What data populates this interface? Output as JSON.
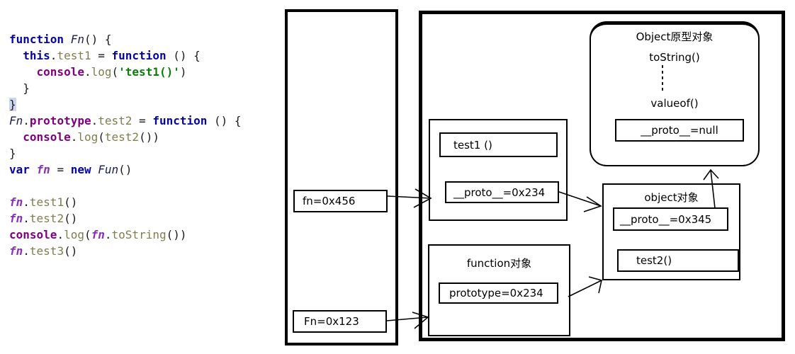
{
  "code": {
    "lines": [
      [
        [
          "kw",
          "function"
        ],
        [
          "plain",
          " "
        ],
        [
          "cls",
          "Fn"
        ],
        [
          "plain",
          "() {"
        ]
      ],
      [
        [
          "plain",
          "  "
        ],
        [
          "kw",
          "this"
        ],
        [
          "plain",
          "."
        ],
        [
          "prop",
          "test1"
        ],
        [
          "plain",
          " = "
        ],
        [
          "kw",
          "function"
        ],
        [
          "plain",
          " () {"
        ]
      ],
      [
        [
          "plain",
          "    "
        ],
        [
          "obj",
          "console"
        ],
        [
          "plain",
          "."
        ],
        [
          "prop",
          "log"
        ],
        [
          "plain",
          "("
        ],
        [
          "str",
          "'test1()'"
        ],
        [
          "plain",
          ")"
        ]
      ],
      [
        [
          "plain",
          "  }"
        ]
      ],
      [
        [
          "hl",
          "}"
        ]
      ],
      [
        [
          "cls",
          "Fn"
        ],
        [
          "plain",
          "."
        ],
        [
          "obj",
          "prototype"
        ],
        [
          "plain",
          "."
        ],
        [
          "prop",
          "test2"
        ],
        [
          "plain",
          " = "
        ],
        [
          "kw",
          "function"
        ],
        [
          "plain",
          " () {"
        ]
      ],
      [
        [
          "plain",
          "  "
        ],
        [
          "obj",
          "console"
        ],
        [
          "plain",
          "."
        ],
        [
          "prop",
          "log"
        ],
        [
          "plain",
          "("
        ],
        [
          "prop",
          "test2"
        ],
        [
          "plain",
          "())"
        ]
      ],
      [
        [
          "plain",
          "}"
        ]
      ],
      [
        [
          "kw",
          "var"
        ],
        [
          "plain",
          " "
        ],
        [
          "var",
          "fn"
        ],
        [
          "plain",
          " = "
        ],
        [
          "kw",
          "new"
        ],
        [
          "plain",
          " "
        ],
        [
          "cls",
          "Fun"
        ],
        [
          "plain",
          "()"
        ]
      ],
      [],
      [
        [
          "var",
          "fn"
        ],
        [
          "plain",
          "."
        ],
        [
          "prop",
          "test1"
        ],
        [
          "plain",
          "()"
        ]
      ],
      [
        [
          "var",
          "fn"
        ],
        [
          "plain",
          "."
        ],
        [
          "prop",
          "test2"
        ],
        [
          "plain",
          "()"
        ]
      ],
      [
        [
          "obj",
          "console"
        ],
        [
          "plain",
          "."
        ],
        [
          "prop",
          "log"
        ],
        [
          "plain",
          "("
        ],
        [
          "var",
          "fn"
        ],
        [
          "plain",
          "."
        ],
        [
          "prop",
          "toString"
        ],
        [
          "plain",
          "())"
        ]
      ],
      [
        [
          "var",
          "fn"
        ],
        [
          "plain",
          "."
        ],
        [
          "prop",
          "test3"
        ],
        [
          "plain",
          "()"
        ]
      ]
    ]
  },
  "stack": {
    "fn_label": "fn=0x456",
    "Fn_label": "Fn=0x123"
  },
  "diagram": {
    "object_proto": {
      "title": "Object原型对象",
      "method1": "toString()",
      "method2": "valueof()",
      "proto": "__proto__=null"
    },
    "instance": {
      "method": "test1 ()",
      "proto": "__proto__=0x234"
    },
    "object_obj": {
      "title": "object对象",
      "proto": "__proto__=0x345",
      "method": "test2()"
    },
    "function_obj": {
      "title": "function对象",
      "prototype": "prototype=0x234"
    }
  },
  "colors": {
    "keyword": "#0303a8",
    "method": "#7e7e4e",
    "string": "#0a7d0a",
    "object": "#800080",
    "variable": "#8a2fb8",
    "highlight": "#ccd5ef",
    "line": "#000000"
  }
}
